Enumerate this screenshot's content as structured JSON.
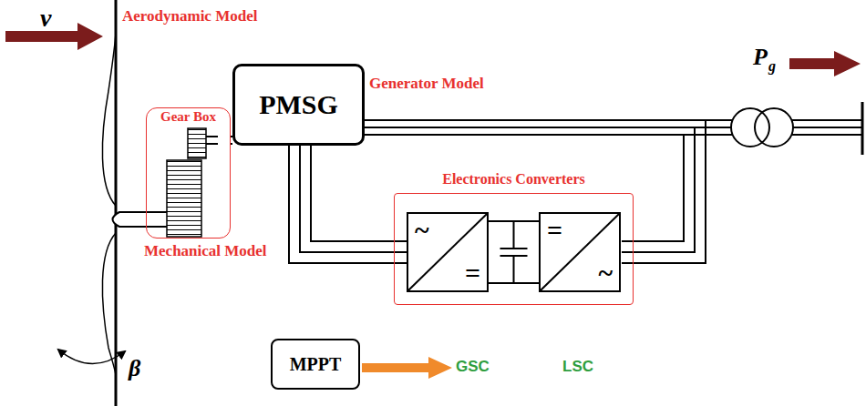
{
  "diagram": {
    "nodes": [
      {
        "text": [
          "Gear Box"
        ]
      },
      {
        "text": [
          "PMSG"
        ]
      },
      {
        "text": [
          "Electronics Converters"
        ]
      },
      {
        "text": [
          "~",
          "="
        ],
        "in": 2
      },
      {
        "text": [
          "=",
          "~"
        ],
        "in": 2
      },
      {
        "text": [
          "MPPT"
        ]
      }
    ],
    "edges": [
      {
        "from": 0,
        "to": 1,
        "arrow": "none"
      },
      {
        "from": 1,
        "to": 3,
        "arrow": "none"
      },
      {
        "from": 3,
        "to": 4,
        "arrow": "none"
      }
    ],
    "labels": [
      "v",
      "Aerodynamic Model",
      "Mechanical Model",
      "Generator Model",
      "P",
      "g",
      "GSC",
      "LSC",
      "β"
    ]
  }
}
